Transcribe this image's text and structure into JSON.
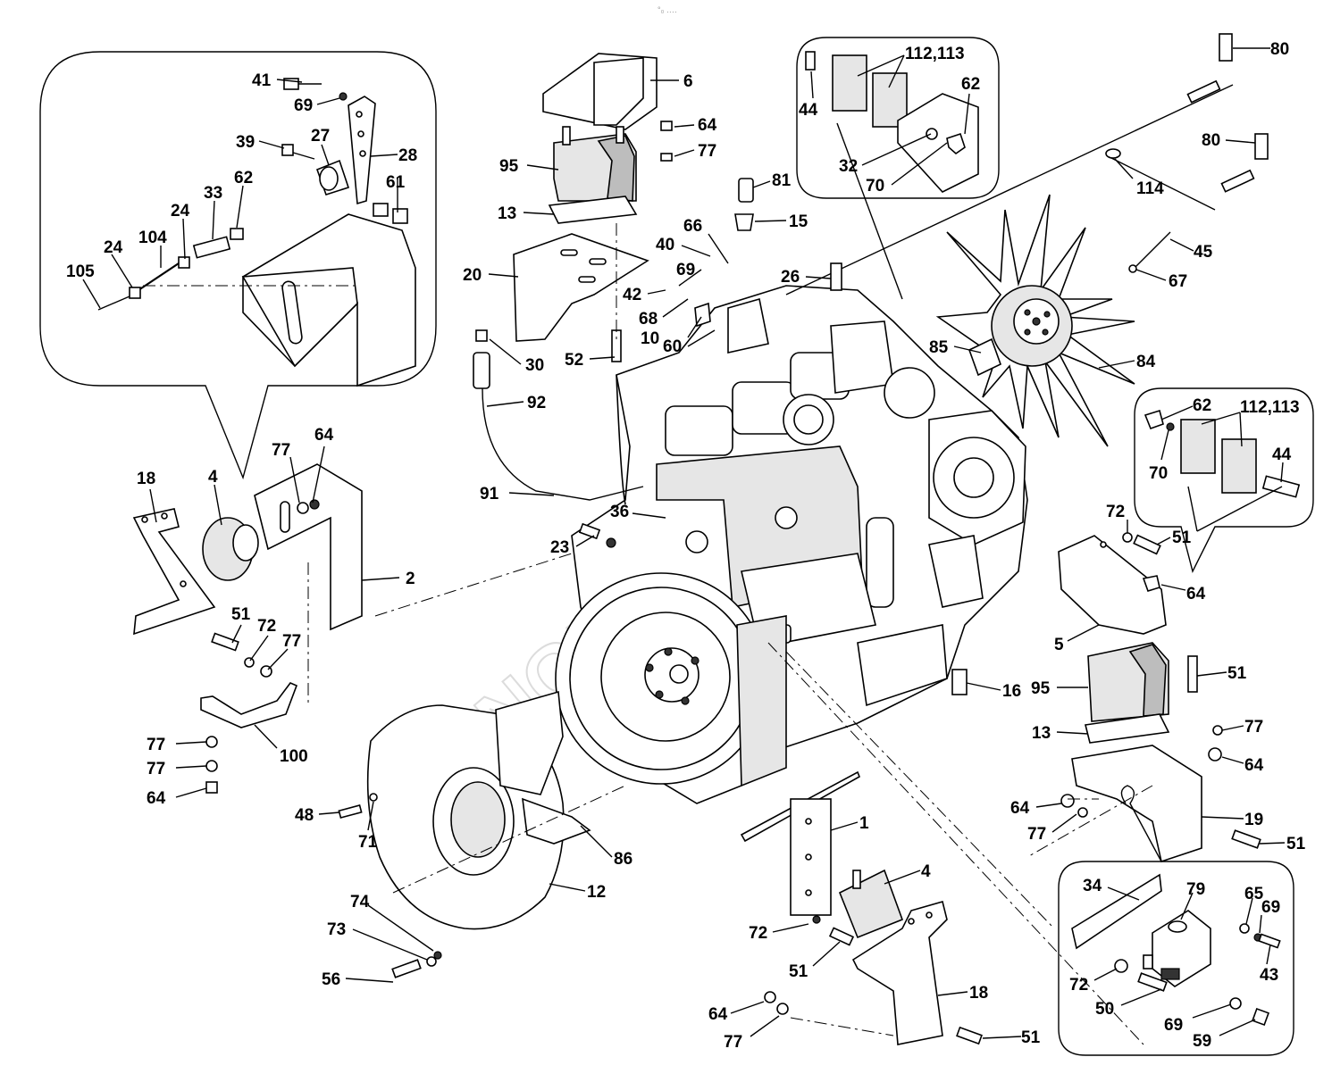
{
  "header_mark": "°₀ ‥‥",
  "callouts": [
    {
      "id": "c41",
      "text": "41"
    },
    {
      "id": "c69a",
      "text": "69"
    },
    {
      "id": "c27",
      "text": "27"
    },
    {
      "id": "c39",
      "text": "39"
    },
    {
      "id": "c28",
      "text": "28"
    },
    {
      "id": "c62a",
      "text": "62"
    },
    {
      "id": "c33",
      "text": "33"
    },
    {
      "id": "c61",
      "text": "61"
    },
    {
      "id": "c24a",
      "text": "24"
    },
    {
      "id": "c24b",
      "text": "24"
    },
    {
      "id": "c104",
      "text": "104"
    },
    {
      "id": "c105",
      "text": "105"
    },
    {
      "id": "c6",
      "text": "6"
    },
    {
      "id": "c64a",
      "text": "64"
    },
    {
      "id": "c95a",
      "text": "95"
    },
    {
      "id": "c77a",
      "text": "77"
    },
    {
      "id": "c13a",
      "text": "13"
    },
    {
      "id": "c20",
      "text": "20"
    },
    {
      "id": "c81",
      "text": "81"
    },
    {
      "id": "c66",
      "text": "66"
    },
    {
      "id": "c15",
      "text": "15"
    },
    {
      "id": "c40",
      "text": "40"
    },
    {
      "id": "c69b",
      "text": "69"
    },
    {
      "id": "c42",
      "text": "42"
    },
    {
      "id": "c68",
      "text": "68"
    },
    {
      "id": "c10",
      "text": "10"
    },
    {
      "id": "c60",
      "text": "60"
    },
    {
      "id": "c52",
      "text": "52"
    },
    {
      "id": "c30",
      "text": "30"
    },
    {
      "id": "c92",
      "text": "92"
    },
    {
      "id": "c26",
      "text": "26"
    },
    {
      "id": "c44a",
      "text": "44"
    },
    {
      "id": "c112a",
      "text": "112,113"
    },
    {
      "id": "c62b",
      "text": "62"
    },
    {
      "id": "c32",
      "text": "32"
    },
    {
      "id": "c70a",
      "text": "70"
    },
    {
      "id": "c80a",
      "text": "80"
    },
    {
      "id": "c80b",
      "text": "80"
    },
    {
      "id": "c114",
      "text": "114"
    },
    {
      "id": "c45",
      "text": "45"
    },
    {
      "id": "c67",
      "text": "67"
    },
    {
      "id": "c85",
      "text": "85"
    },
    {
      "id": "c84",
      "text": "84"
    },
    {
      "id": "c62c",
      "text": "62"
    },
    {
      "id": "c112b",
      "text": "112,113"
    },
    {
      "id": "c70b",
      "text": "70"
    },
    {
      "id": "c44b",
      "text": "44"
    },
    {
      "id": "c18a",
      "text": "18"
    },
    {
      "id": "c4a",
      "text": "4"
    },
    {
      "id": "c77b",
      "text": "77"
    },
    {
      "id": "c64b",
      "text": "64"
    },
    {
      "id": "c2",
      "text": "2"
    },
    {
      "id": "c51a",
      "text": "51"
    },
    {
      "id": "c72a",
      "text": "72"
    },
    {
      "id": "c77c",
      "text": "77"
    },
    {
      "id": "c100",
      "text": "100"
    },
    {
      "id": "c77d",
      "text": "77"
    },
    {
      "id": "c77e",
      "text": "77"
    },
    {
      "id": "c64c",
      "text": "64"
    },
    {
      "id": "c91",
      "text": "91"
    },
    {
      "id": "c36",
      "text": "36"
    },
    {
      "id": "c23",
      "text": "23"
    },
    {
      "id": "c72b",
      "text": "72"
    },
    {
      "id": "c51b",
      "text": "51"
    },
    {
      "id": "c64d",
      "text": "64"
    },
    {
      "id": "c5",
      "text": "5"
    },
    {
      "id": "c95b",
      "text": "95"
    },
    {
      "id": "c51c",
      "text": "51"
    },
    {
      "id": "c16",
      "text": "16"
    },
    {
      "id": "c13b",
      "text": "13"
    },
    {
      "id": "c77f",
      "text": "77"
    },
    {
      "id": "c64e",
      "text": "64"
    },
    {
      "id": "c64f",
      "text": "64"
    },
    {
      "id": "c19",
      "text": "19"
    },
    {
      "id": "c77g",
      "text": "77"
    },
    {
      "id": "c51d",
      "text": "51"
    },
    {
      "id": "c48",
      "text": "48"
    },
    {
      "id": "c71",
      "text": "71"
    },
    {
      "id": "c86",
      "text": "86"
    },
    {
      "id": "c1",
      "text": "1"
    },
    {
      "id": "c12",
      "text": "12"
    },
    {
      "id": "c4b",
      "text": "4"
    },
    {
      "id": "c74",
      "text": "74"
    },
    {
      "id": "c73",
      "text": "73"
    },
    {
      "id": "c72c",
      "text": "72"
    },
    {
      "id": "c51e",
      "text": "51"
    },
    {
      "id": "c56",
      "text": "56"
    },
    {
      "id": "c18b",
      "text": "18"
    },
    {
      "id": "c64g",
      "text": "64"
    },
    {
      "id": "c77h",
      "text": "77"
    },
    {
      "id": "c51f",
      "text": "51"
    },
    {
      "id": "c34",
      "text": "34"
    },
    {
      "id": "c79",
      "text": "79"
    },
    {
      "id": "c65",
      "text": "65"
    },
    {
      "id": "c69c",
      "text": "69"
    },
    {
      "id": "c43",
      "text": "43"
    },
    {
      "id": "c72d",
      "text": "72"
    },
    {
      "id": "c50",
      "text": "50"
    },
    {
      "id": "c69d",
      "text": "69"
    },
    {
      "id": "c59",
      "text": "59"
    }
  ]
}
